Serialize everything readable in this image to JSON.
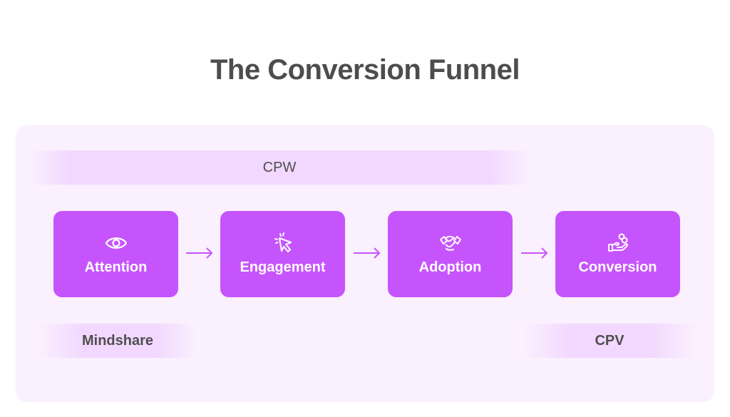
{
  "title": "The Conversion Funnel",
  "colors": {
    "stage_fill": "#c654fc",
    "panel_bg": "#faf0fe",
    "band_fill": "#f2d8fe",
    "arrow": "#c654fc",
    "title_text": "#4d4d4d"
  },
  "bands": {
    "top": "CPW",
    "bottom_left": "Mindshare",
    "bottom_right": "CPV"
  },
  "stages": [
    {
      "label": "Attention",
      "icon": "eye-icon"
    },
    {
      "label": "Engagement",
      "icon": "cursor-click-icon"
    },
    {
      "label": "Adoption",
      "icon": "handshake-icon"
    },
    {
      "label": "Conversion",
      "icon": "hand-coins-icon"
    }
  ],
  "connections": [
    {
      "from": "Attention",
      "to": "Engagement"
    },
    {
      "from": "Engagement",
      "to": "Adoption"
    },
    {
      "from": "Adoption",
      "to": "Conversion"
    }
  ]
}
